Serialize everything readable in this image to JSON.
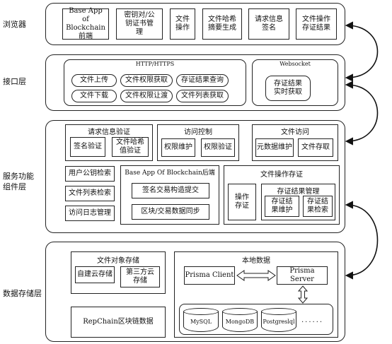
{
  "layers": {
    "browser": {
      "label": "浏览器",
      "items": [
        "Base App of Blockchain 前端",
        "密钥对/公钥证书管理",
        "文件操作",
        "文件哈希摘要生成",
        "请求信息签名",
        "文件操作存证结果"
      ]
    },
    "interface": {
      "label": "接口层",
      "http": {
        "title": "HTTP/HTTPS",
        "items": [
          "文件上传",
          "文件权限获取",
          "存证结果查询",
          "文件下载",
          "文件权限让渡",
          "文件列表获取"
        ]
      },
      "websocket": {
        "title": "Websocket",
        "item": "存证结果实时获取"
      }
    },
    "service": {
      "label_line1": "服务功能",
      "label_line2": "组件层",
      "request_verify": {
        "title": "请求信息验证",
        "items": [
          "签名验证",
          "文件哈希值验证"
        ]
      },
      "access_control": {
        "title": "访问控制",
        "items": [
          "权限维护",
          "权限验证"
        ]
      },
      "file_access": {
        "title": "文件访问",
        "items": [
          "元数据维护",
          "文件存取"
        ]
      },
      "left_items": [
        "用户公钥检索",
        "文件列表检索",
        "访问日志管理"
      ],
      "backend": {
        "title": "Base App Of Blockchain后端",
        "items": [
          "签名交易构造提交",
          "区块/交易数据同步"
        ]
      },
      "file_op_cert": {
        "title": "文件操作存证",
        "op_cert": "操作存证",
        "result_mgmt": {
          "title": "存证结果管理",
          "items": [
            "存证结果维护",
            "存证结果检索"
          ]
        }
      }
    },
    "storage": {
      "label": "数据存储层",
      "object_storage": {
        "title": "文件对象存储",
        "items": [
          "自建云存储",
          "第三方云存储"
        ]
      },
      "repchain": "RepChain区块链数据",
      "local": {
        "title": "本地数据",
        "prisma_client": "Prisma Client",
        "prisma_server": "Prisma Server",
        "databases": [
          "MySQL",
          "MongoDB",
          "Postgreslql"
        ],
        "ellipsis": "......"
      }
    }
  }
}
